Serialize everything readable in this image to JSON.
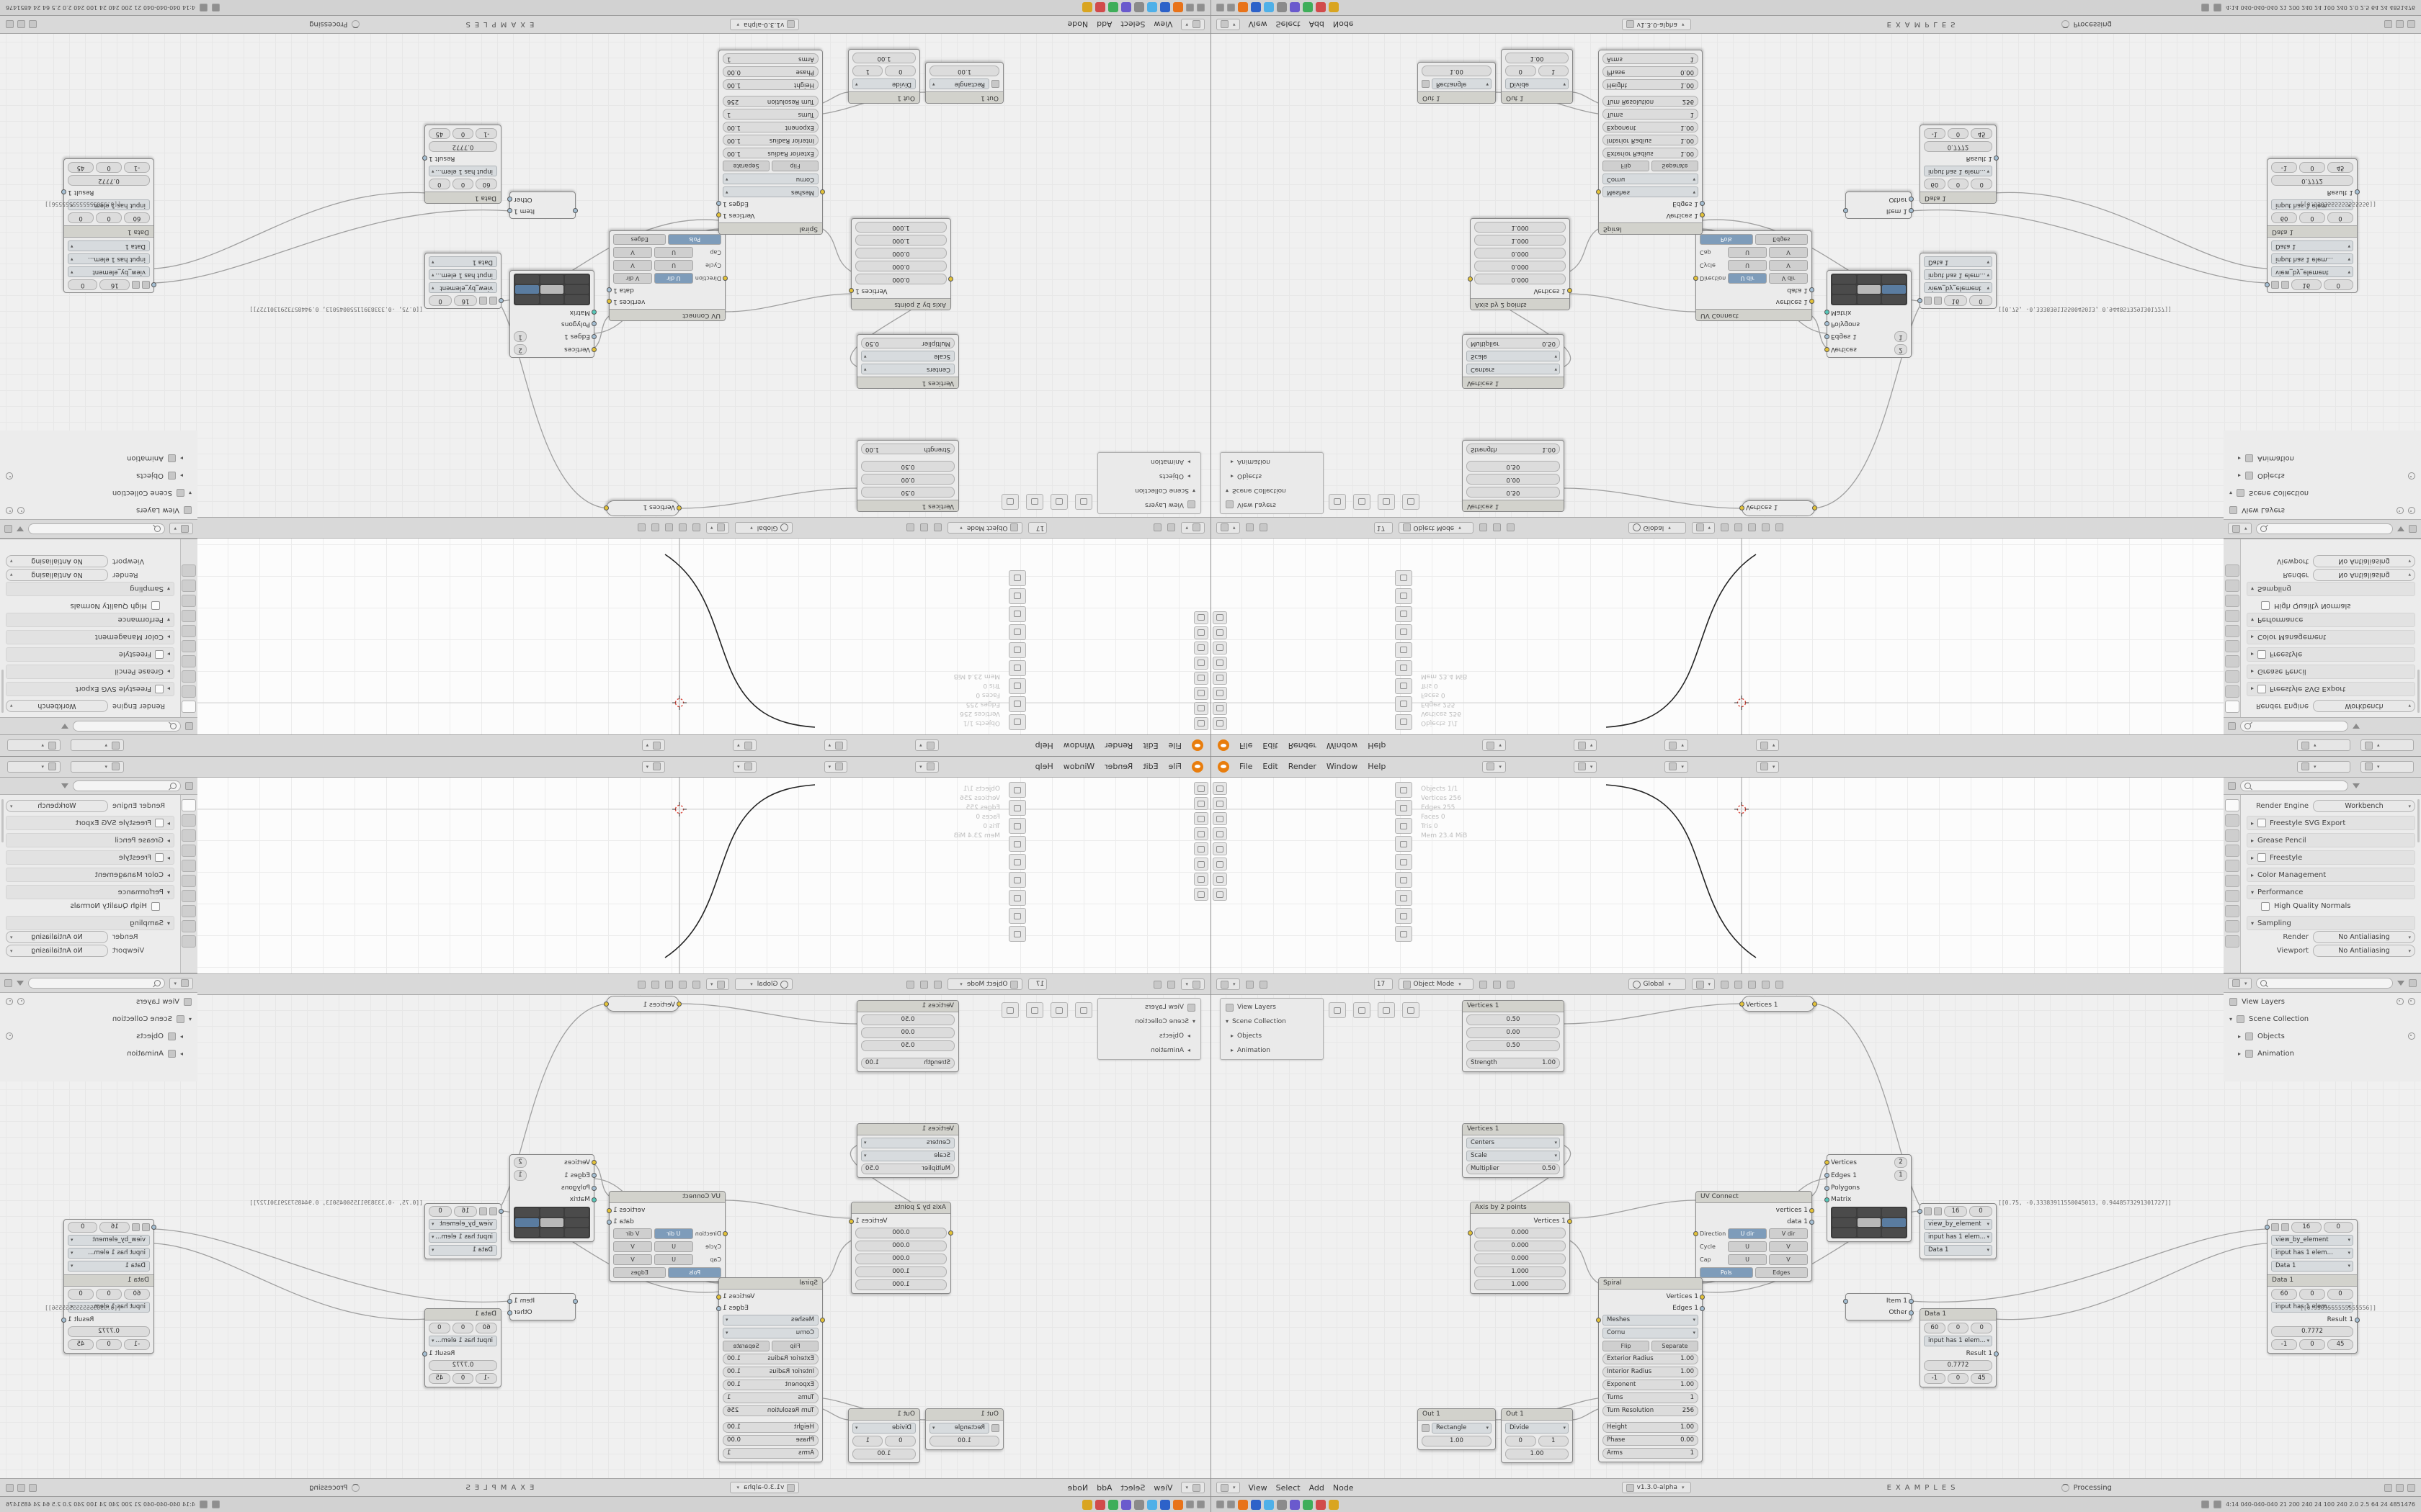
{
  "topbar": {
    "menus": [
      "File",
      "Edit",
      "Render",
      "Window",
      "Help"
    ]
  },
  "viewport": {
    "frame": "17",
    "mode": "Object Mode",
    "orientation": "Global",
    "stats": [
      "Objects 1/1",
      "Vertices 256",
      "Edges 255",
      "Faces 0",
      "Tris 0",
      "Mem 23.4 MiB"
    ]
  },
  "properties": {
    "engine_label": "Render Engine",
    "engine": "Workbench",
    "sections": [
      {
        "label": "Freestyle SVG Export"
      },
      {
        "label": "Grease Pencil"
      },
      {
        "label": "Freestyle"
      },
      {
        "label": "Color Management"
      },
      {
        "label": "Performance"
      }
    ],
    "perf_child": "High Quality Normals",
    "sampling_label": "Sampling",
    "sampling_render_label": "Render",
    "sampling_render": "No Antialiasing",
    "sampling_viewport_label": "Viewport",
    "sampling_viewport": "No Antialiasing"
  },
  "outliner": {
    "rows": [
      "View Layers",
      "Scene Collection",
      "Objects",
      "Animation"
    ]
  },
  "node_header": {
    "menus": [
      "View",
      "Select",
      "Add",
      "Node"
    ],
    "version": "v1.3.0-alpha",
    "tree": "EXAMPLES",
    "status": "Processing"
  },
  "taskbar": {
    "tray": "4:14  040-040-040  21 200 240 24  100 240 2.0 2.5  64 24  4851476",
    "app_colors": [
      "#e8731a",
      "#2d62c9",
      "#4fb0e8",
      "#8b8b8b",
      "#6a5acd",
      "#3fae5a",
      "#d14b4b",
      "#d9a521"
    ]
  },
  "nodes": {
    "k": {
      "title": "Vertices 1"
    },
    "a": {
      "title": "Vertices 1",
      "f1": "0.50",
      "f2": "0.00",
      "f3": "0.50",
      "strength_label": "Strength",
      "strength": "1.00"
    },
    "b": {
      "title": "Vertices 1",
      "d1": "Centers",
      "d2": "Scale",
      "mult_label": "Multiplier",
      "mult": "0.50"
    },
    "c": {
      "title": "Axis by 2 points",
      "out": "Vertices 1",
      "v1": "0.000",
      "v2": "0.000",
      "v3": "0.000",
      "v4": "1.000",
      "v5": "1.000"
    },
    "d": {
      "title": "UV Connect",
      "out1": "vertices 1",
      "out2": "data 1",
      "r1_label": "Direction",
      "r1a": "U dir",
      "r1b": "V dir",
      "r2_label": "Cycle",
      "r2a": "U",
      "r2b": "V",
      "r3_label": "Cap",
      "r3a": "U",
      "r3b": "V",
      "r4a": "Pols",
      "r4b": "Edges"
    },
    "e": {
      "title": "Spiral",
      "out1": "Vertices 1",
      "out2": "Edges 1",
      "presets": "Meshes",
      "type": "Cornu",
      "flip": "Flip",
      "separate": "Separate",
      "rows": [
        [
          "Exterior Radius",
          "1.00"
        ],
        [
          "Interior Radius",
          "1.00"
        ],
        [
          "Exponent",
          "1.00"
        ],
        [
          "Turns",
          "1"
        ],
        [
          "Turn Resolution",
          "256"
        ],
        [
          "Height",
          "1.00"
        ],
        [
          "Phase",
          "0.00"
        ],
        [
          "Arms",
          "1"
        ]
      ]
    },
    "f": {
      "title": "Out 1",
      "mode": "Rectangle",
      "val": "1.00"
    },
    "g": {
      "title": "Out 1",
      "mode": "Divide",
      "a": "0",
      "b": "1",
      "val": "1.00"
    },
    "h": {
      "in1": "Vertices",
      "in2": "Edges 1",
      "in3": "Polygons",
      "in4": "Matrix",
      "badge1": "2",
      "badge2": "1"
    },
    "item": {
      "out1": "Item 1",
      "out2": "Other"
    },
    "stack": {
      "n1": "16",
      "n2": "0",
      "d1": "view_by_element",
      "d2": "input has 1 elem…",
      "d3": "Data 1",
      "title": "Data 1",
      "a": "60",
      "b": "0",
      "c": "0",
      "d4": "input has 1 elem…",
      "out": "Result 1",
      "frac": "0.7772",
      "x": "-1",
      "y": "0",
      "z": "45"
    }
  },
  "floats": {
    "t1": "[[0.75, -0.33383911550045013, 0.9448573291301727]]",
    "t2": "[[0.9305555555555556]]"
  }
}
